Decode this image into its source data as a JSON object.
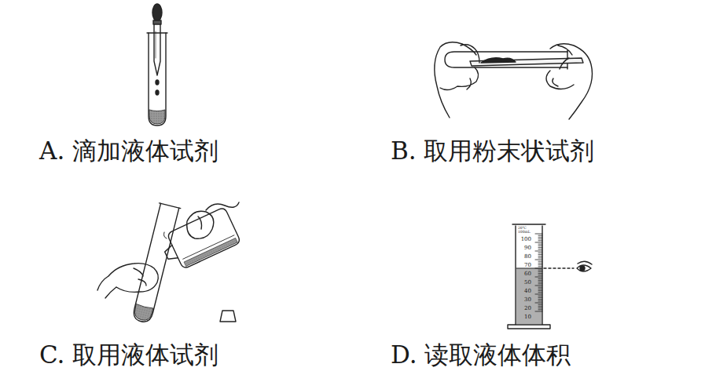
{
  "diagram": {
    "labels": [
      "A. 滴加液体试剂",
      "B. 取用粉末状试剂",
      "C. 取用液体试剂",
      "D. 读取液体体积",
      "100",
      "90",
      "80",
      "70",
      "60",
      "50",
      "40",
      "30",
      "20",
      "10",
      "20℃",
      "100mL"
    ]
  }
}
